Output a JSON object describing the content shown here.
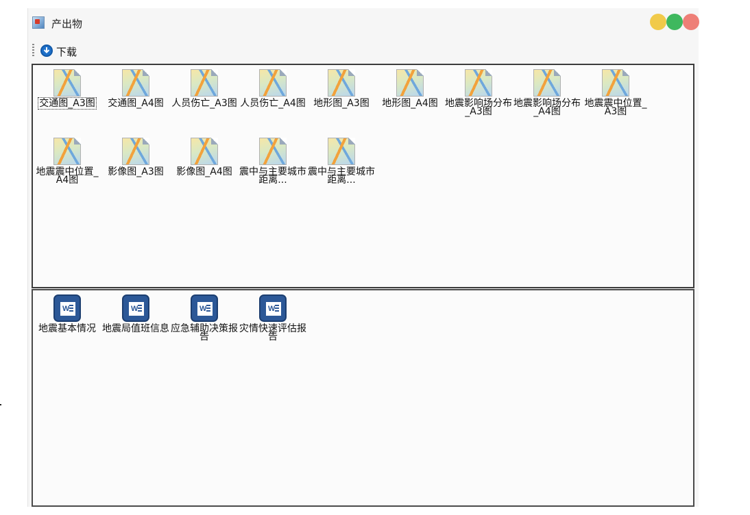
{
  "window": {
    "title": "产出物"
  },
  "toolbar": {
    "download_label": "下载"
  },
  "maps": [
    {
      "label": "交通图_A3图",
      "selected": true
    },
    {
      "label": "交通图_A4图"
    },
    {
      "label": "人员伤亡_A3图"
    },
    {
      "label": "人员伤亡_A4图"
    },
    {
      "label": "地形图_A3图"
    },
    {
      "label": "地形图_A4图"
    },
    {
      "label": "地震影响场分布_A3图"
    },
    {
      "label": "地震影响场分布_A4图"
    },
    {
      "label": "地震震中位置_A3图"
    },
    {
      "label": "地震震中位置_A4图"
    },
    {
      "label": "影像图_A3图"
    },
    {
      "label": "影像图_A4图"
    },
    {
      "label": "震中与主要城市距离..."
    },
    {
      "label": "震中与主要城市距离..."
    }
  ],
  "documents": [
    {
      "label": "地震基本情况"
    },
    {
      "label": "地震局值班信息"
    },
    {
      "label": "应急辅助决策报告"
    },
    {
      "label": "灾情快速评估报告"
    }
  ]
}
